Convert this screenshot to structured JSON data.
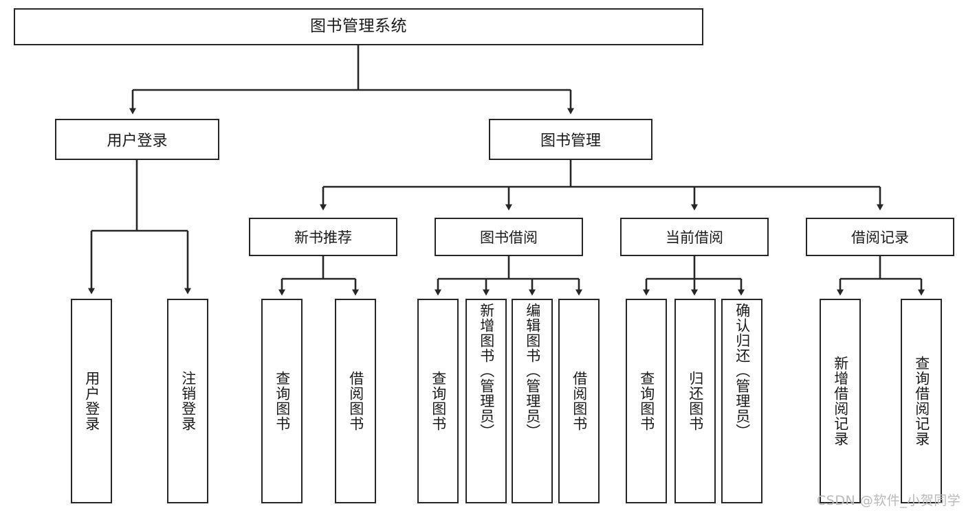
{
  "diagram": {
    "type": "hierarchy-tree",
    "title": "图书管理系统",
    "root": {
      "label": "图书管理系统",
      "level": 1
    },
    "level2": [
      {
        "label": "用户登录"
      },
      {
        "label": "图书管理"
      }
    ],
    "level3": [
      {
        "label": "新书推荐"
      },
      {
        "label": "图书借阅"
      },
      {
        "label": "当前借阅"
      },
      {
        "label": "借阅记录"
      }
    ],
    "leaves": {
      "user_login": [
        {
          "label": "用户登录"
        },
        {
          "label": "注销登录"
        }
      ],
      "new_book_recommend": [
        {
          "label": "查询图书"
        },
        {
          "label": "借阅图书"
        }
      ],
      "book_borrow": [
        {
          "label": "查询图书"
        },
        {
          "label": "新增图书（管理员）"
        },
        {
          "label": "编辑图书（管理员）"
        },
        {
          "label": "借阅图书"
        }
      ],
      "current_borrow": [
        {
          "label": "查询图书"
        },
        {
          "label": "归还图书"
        },
        {
          "label": "确认归还（管理员）"
        }
      ],
      "borrow_record": [
        {
          "label": "新增借阅记录"
        },
        {
          "label": "查询借阅记录"
        }
      ]
    }
  },
  "watermark": {
    "text": "CSDN @软件_小贺同学"
  },
  "colors": {
    "stroke": "#262626",
    "background": "#ffffff",
    "text": "#1a1a1a",
    "watermark": "#b9b9b9"
  }
}
